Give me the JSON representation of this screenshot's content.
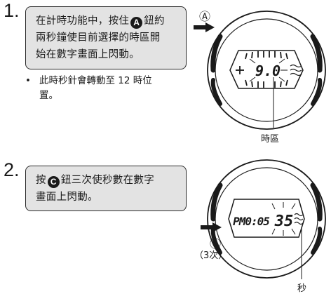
{
  "step1": {
    "number": "1.",
    "callout_pre": "在計時功能中，按住",
    "callout_key": "A",
    "callout_post": "鈕約",
    "callout_line2": "兩秒鐘使目前選擇的時區開",
    "callout_line3": "始在數字畫面上閃動。",
    "bullet_symbol": "•",
    "bullet_line1": "此時秒針會轉動至 12 時位",
    "bullet_line2": "置。",
    "button_label": "Ⓐ",
    "display": "9.0",
    "caption": "時區"
  },
  "step2": {
    "number": "2.",
    "callout_pre": "按",
    "callout_key": "C",
    "callout_post": "鈕三次使秒數在數字",
    "callout_line2": "畫面上閃動。",
    "display_time": "PM0:05",
    "display_seconds": "35",
    "button_label": "Ⓒ",
    "press_count": "（3次）",
    "caption": "秒"
  }
}
